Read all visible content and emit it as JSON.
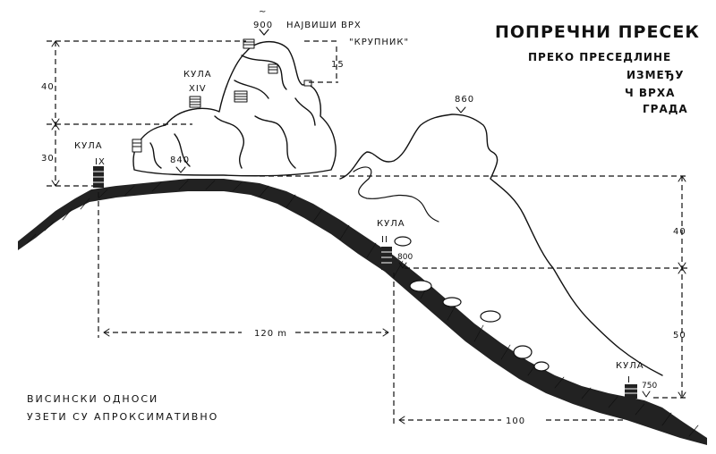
{
  "title": "ПОПРЕЧНИ ПРЕСЕК",
  "subtitle_lines": [
    "ПРЕКО ПРЕСЕДЛИНЕ",
    "ИЗМЕЂУ",
    "Ч ВРХА",
    "ГРАДА"
  ],
  "peak": {
    "elevation": "900",
    "tilde": "~",
    "name_line1": "НАЈВИШИ ВРХ",
    "name_line2": "\"КРУПНИК\""
  },
  "towers": {
    "xiv": {
      "name": "КУЛА",
      "roman": "XIV"
    },
    "ix": {
      "name": "КУЛА",
      "roman": "IX"
    },
    "ii": {
      "name": "КУЛА",
      "roman": "II"
    },
    "i": {
      "name": "КУЛА",
      "roman": "I"
    }
  },
  "elevations": {
    "e840": "840",
    "e860": "860",
    "e800": "800",
    "e750": "750"
  },
  "dimensions": {
    "d15": "15",
    "d40_left": "40",
    "d30_left": "30",
    "d40_right": "40",
    "d50_right": "50",
    "d120": "120 m",
    "d100": "100"
  },
  "note_lines": [
    "ВИСИНСКИ ОДНОСИ",
    "УЗЕТИ СУ АПРОКСИМАТИВНО"
  ],
  "colors": {
    "ink": "#111111",
    "paper": "#ffffff"
  }
}
